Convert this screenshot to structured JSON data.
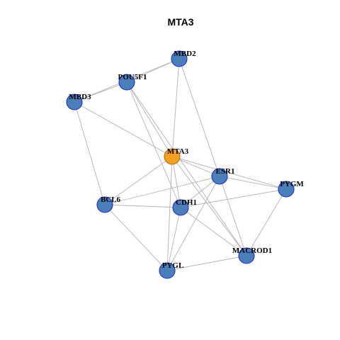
{
  "title": "MTA3",
  "colors": {
    "hub_fill": "#f5a021",
    "hub_stroke": "#b06f10",
    "node_fill": "#4a7fba",
    "node_stroke": "#1f2fd0",
    "edge": "#b3b3b3"
  },
  "nodes": [
    {
      "id": "MTA3",
      "label": "MTA3",
      "hub": true
    },
    {
      "id": "MBD2",
      "label": "MBD2",
      "hub": false
    },
    {
      "id": "POU5F1",
      "label": "POU5F1",
      "hub": false
    },
    {
      "id": "MBD3",
      "label": "MBD3",
      "hub": false
    },
    {
      "id": "ESR1",
      "label": "ESR1",
      "hub": false
    },
    {
      "id": "PYGM",
      "label": "PYGM",
      "hub": false
    },
    {
      "id": "BCL6",
      "label": "BCL6",
      "hub": false
    },
    {
      "id": "CDH1",
      "label": "CDH1",
      "hub": false
    },
    {
      "id": "MACROD1",
      "label": "MACROD1",
      "hub": false
    },
    {
      "id": "PYGL",
      "label": "PYGL",
      "hub": false
    }
  ],
  "edges": [
    [
      "MBD2",
      "POU5F1"
    ],
    [
      "MBD2",
      "MBD3"
    ],
    [
      "MBD2",
      "MTA3"
    ],
    [
      "MBD2",
      "ESR1"
    ],
    [
      "POU5F1",
      "MBD3"
    ],
    [
      "POU5F1",
      "MTA3"
    ],
    [
      "POU5F1",
      "CDH1"
    ],
    [
      "POU5F1",
      "MACROD1"
    ],
    [
      "MBD3",
      "MTA3"
    ],
    [
      "MBD3",
      "BCL6"
    ],
    [
      "MTA3",
      "ESR1"
    ],
    [
      "MTA3",
      "PYGM"
    ],
    [
      "MTA3",
      "BCL6"
    ],
    [
      "MTA3",
      "CDH1"
    ],
    [
      "MTA3",
      "PYGL"
    ],
    [
      "MTA3",
      "MACROD1"
    ],
    [
      "ESR1",
      "PYGM"
    ],
    [
      "ESR1",
      "BCL6"
    ],
    [
      "ESR1",
      "CDH1"
    ],
    [
      "ESR1",
      "MACROD1"
    ],
    [
      "ESR1",
      "PYGL"
    ],
    [
      "PYGM",
      "CDH1"
    ],
    [
      "PYGM",
      "MACROD1"
    ],
    [
      "BCL6",
      "CDH1"
    ],
    [
      "BCL6",
      "PYGL"
    ],
    [
      "CDH1",
      "MACROD1"
    ],
    [
      "CDH1",
      "PYGL"
    ],
    [
      "MACROD1",
      "PYGL"
    ]
  ]
}
